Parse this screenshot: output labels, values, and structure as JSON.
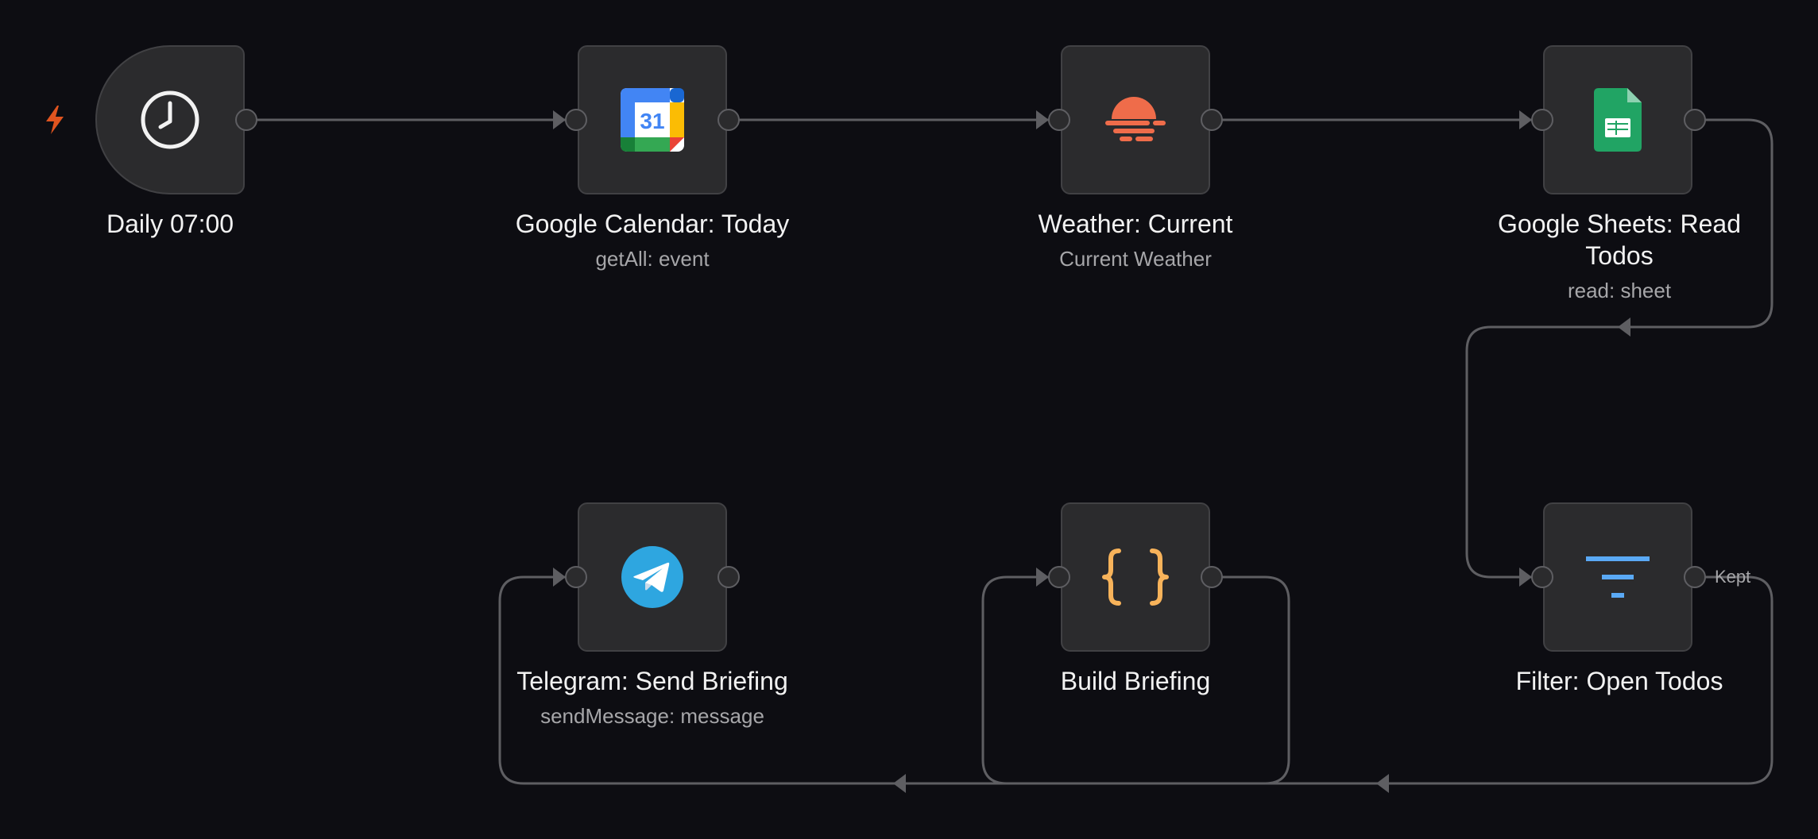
{
  "workflow": {
    "nodes": [
      {
        "id": "daily",
        "title": "Daily 07:00",
        "subtitle": "",
        "icon": "clock-icon"
      },
      {
        "id": "calendar",
        "title": "Google Calendar: Today",
        "subtitle": "getAll: event",
        "icon": "google-calendar-icon"
      },
      {
        "id": "weather",
        "title": "Weather: Current",
        "subtitle": "Current Weather",
        "icon": "weather-sunrise-icon"
      },
      {
        "id": "sheets",
        "title": "Google Sheets: Read Todos",
        "subtitle": "read: sheet",
        "icon": "google-sheets-icon"
      },
      {
        "id": "filter",
        "title": "Filter: Open Todos",
        "subtitle": "",
        "icon": "filter-icon"
      },
      {
        "id": "build",
        "title": "Build Briefing",
        "subtitle": "",
        "icon": "code-braces-icon"
      },
      {
        "id": "telegram",
        "title": "Telegram: Send Briefing",
        "subtitle": "sendMessage: message",
        "icon": "telegram-icon"
      }
    ],
    "filter_output_label": "Kept",
    "calendar_icon_text": "31",
    "colors": {
      "background": "#0d0d12",
      "node": "#2b2b2d",
      "connection": "#5e5e62",
      "trigger_bolt": "#e0541f",
      "weather": "#ef6c4a",
      "sheets": "#21a464",
      "filter": "#5aa9f5",
      "code": "#f8b35a",
      "telegram": "#2ea6e0"
    }
  }
}
